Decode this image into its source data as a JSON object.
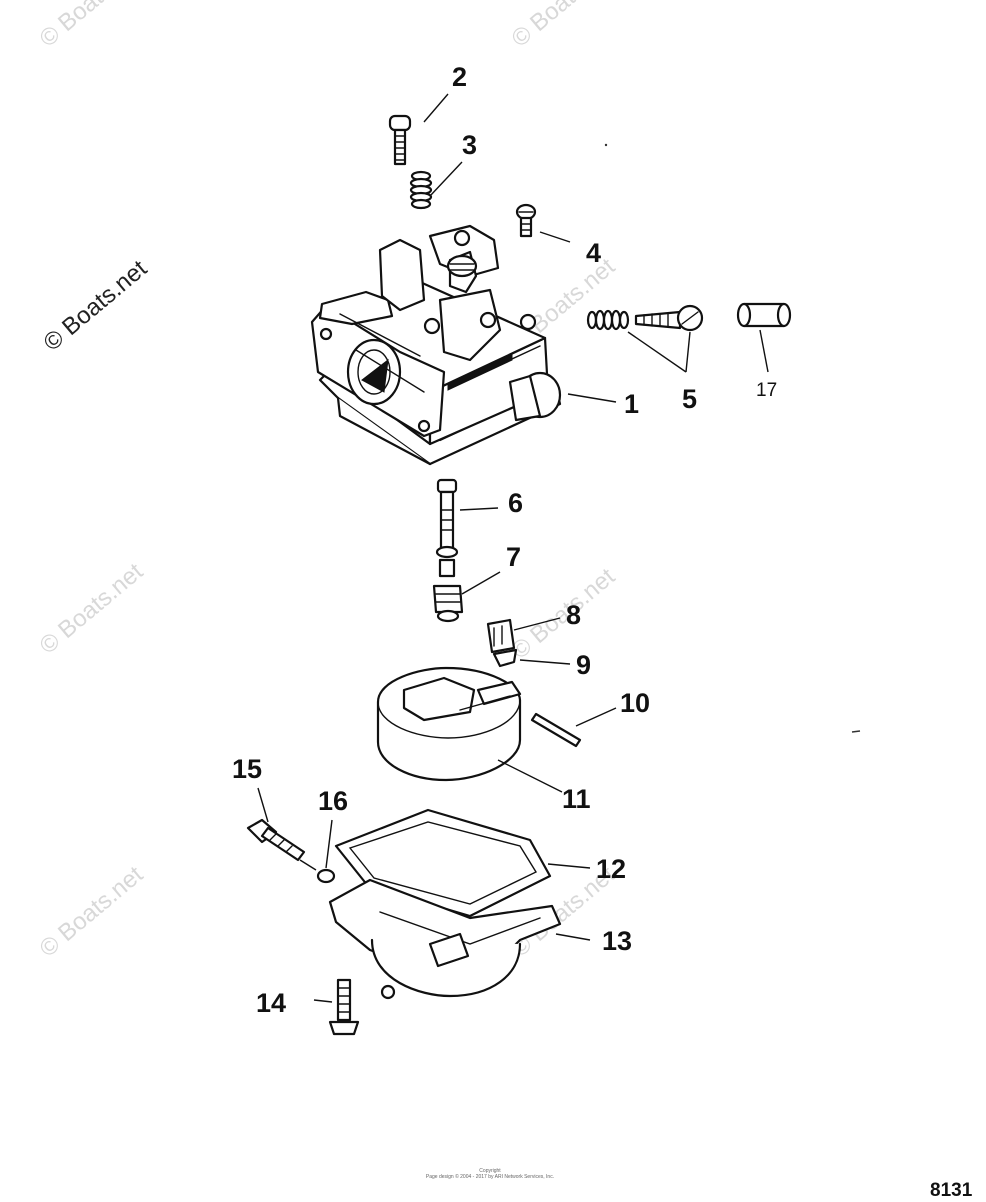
{
  "watermark": "© Boats.net",
  "callouts": {
    "c1": "1",
    "c2": "2",
    "c3": "3",
    "c4": "4",
    "c5": "5",
    "c6": "6",
    "c7": "7",
    "c8": "8",
    "c9": "9",
    "c10": "10",
    "c11": "11",
    "c12": "12",
    "c13": "13",
    "c14": "14",
    "c15": "15",
    "c16": "16",
    "c17": "17"
  },
  "footer": {
    "copyright_line1": "Copyright",
    "copyright_line2": "Page design © 2004 - 2017 by ARI Network Services, Inc.",
    "figure_number": "8131"
  }
}
